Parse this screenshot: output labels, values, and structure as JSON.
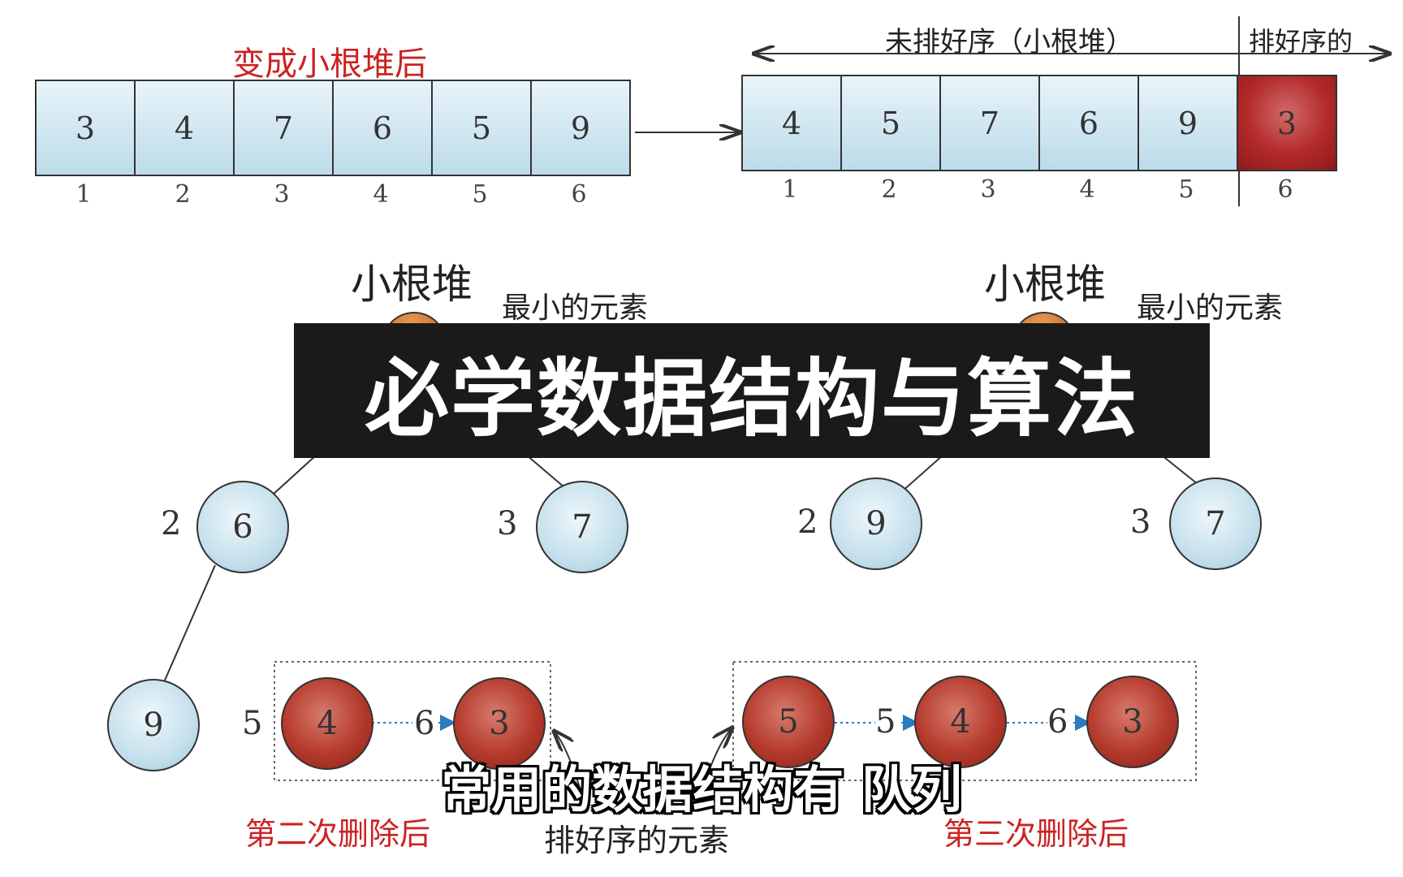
{
  "top_left": {
    "title": "变成小根堆后",
    "cells": [
      "3",
      "4",
      "7",
      "6",
      "5",
      "9"
    ],
    "indices": [
      "1",
      "2",
      "3",
      "4",
      "5",
      "6"
    ]
  },
  "top_right": {
    "unsorted_label": "未排好序（小根堆）",
    "sorted_label": "排好序的",
    "cells": [
      "4",
      "5",
      "7",
      "6",
      "9",
      "3"
    ],
    "indices": [
      "1",
      "2",
      "3",
      "4",
      "5",
      "6"
    ]
  },
  "heap_left": {
    "title": "小根堆",
    "min_label": "最小的元素",
    "nodes": [
      {
        "idx": "2",
        "val": "6"
      },
      {
        "idx": "3",
        "val": "7"
      },
      {
        "idx": "",
        "val": "9"
      }
    ],
    "removed": [
      {
        "idx": "5",
        "val": "4"
      },
      {
        "idx": "6",
        "val": "3"
      }
    ],
    "caption": "第二次删除后"
  },
  "heap_right": {
    "title": "小根堆",
    "min_label": "最小的元素",
    "nodes": [
      {
        "idx": "2",
        "val": "9"
      },
      {
        "idx": "3",
        "val": "7"
      }
    ],
    "removed": [
      {
        "idx": "",
        "val": "5"
      },
      {
        "idx": "5",
        "val": "4"
      },
      {
        "idx": "6",
        "val": "3"
      }
    ],
    "caption": "第三次删除后"
  },
  "sorted_elements_label": "排好序的元素",
  "title_banner": "必学数据结构与算法",
  "subtitle": "常用的数据结构有 队列",
  "colors": {
    "cell_blue": "#c9e3ef",
    "node_red": "#b43a2c",
    "label_red": "#cc2222",
    "banner_bg": "#1a1a1a"
  }
}
